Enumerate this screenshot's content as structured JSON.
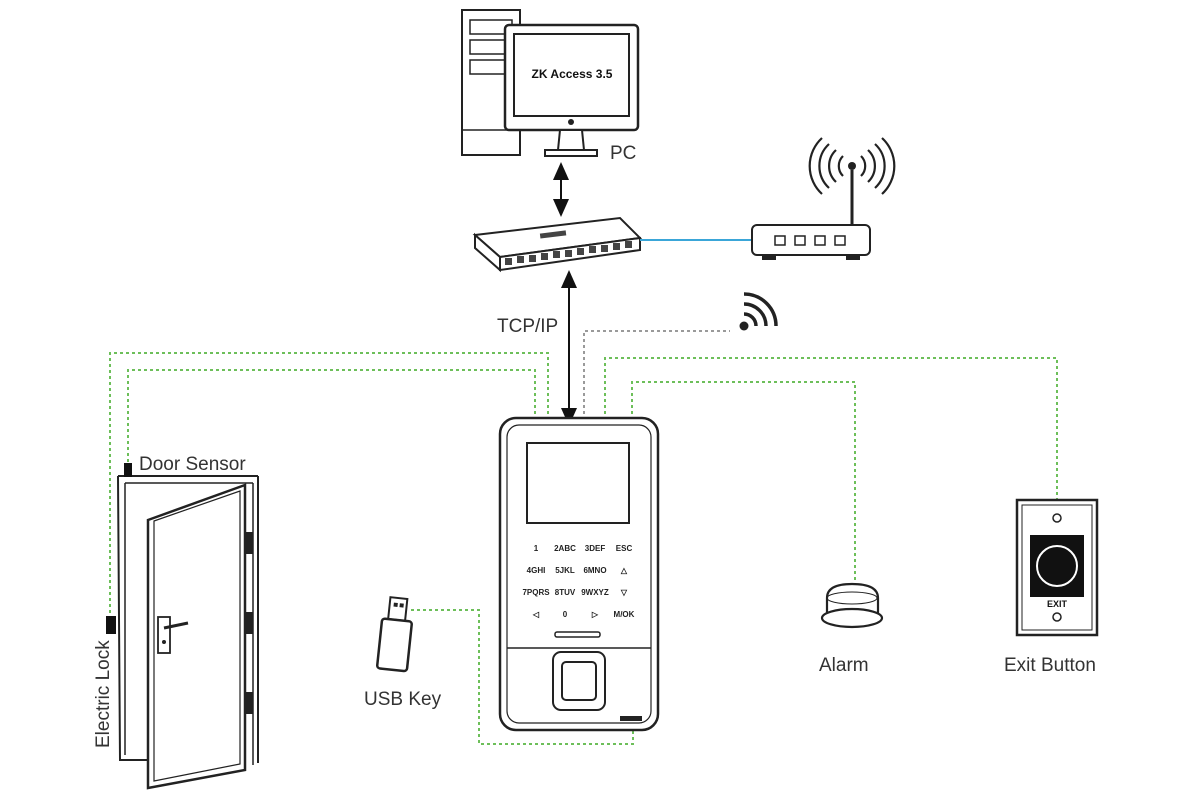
{
  "labels": {
    "pc": "PC",
    "software": "ZK Access 3.5",
    "tcpip": "TCP/IP",
    "door_sensor": "Door Sensor",
    "electric_lock": "Electric Lock",
    "usb_key": "USB Key",
    "alarm": "Alarm",
    "exit_button": "Exit Button",
    "exit_plate": "EXIT"
  },
  "keypad": {
    "keys": [
      "1",
      "2ABC",
      "3DEF",
      "ESC",
      "4GHI",
      "5JKL",
      "6MNO",
      "△",
      "7PQRS",
      "8TUV",
      "9WXYZ",
      "▽",
      "◁",
      "0",
      "▷",
      "M/OK"
    ]
  },
  "colors": {
    "wire_green": "#6dbf5a",
    "wire_grey": "#9a9a9a",
    "ethernet_blue": "#3aa6d8",
    "outline": "#222222"
  }
}
